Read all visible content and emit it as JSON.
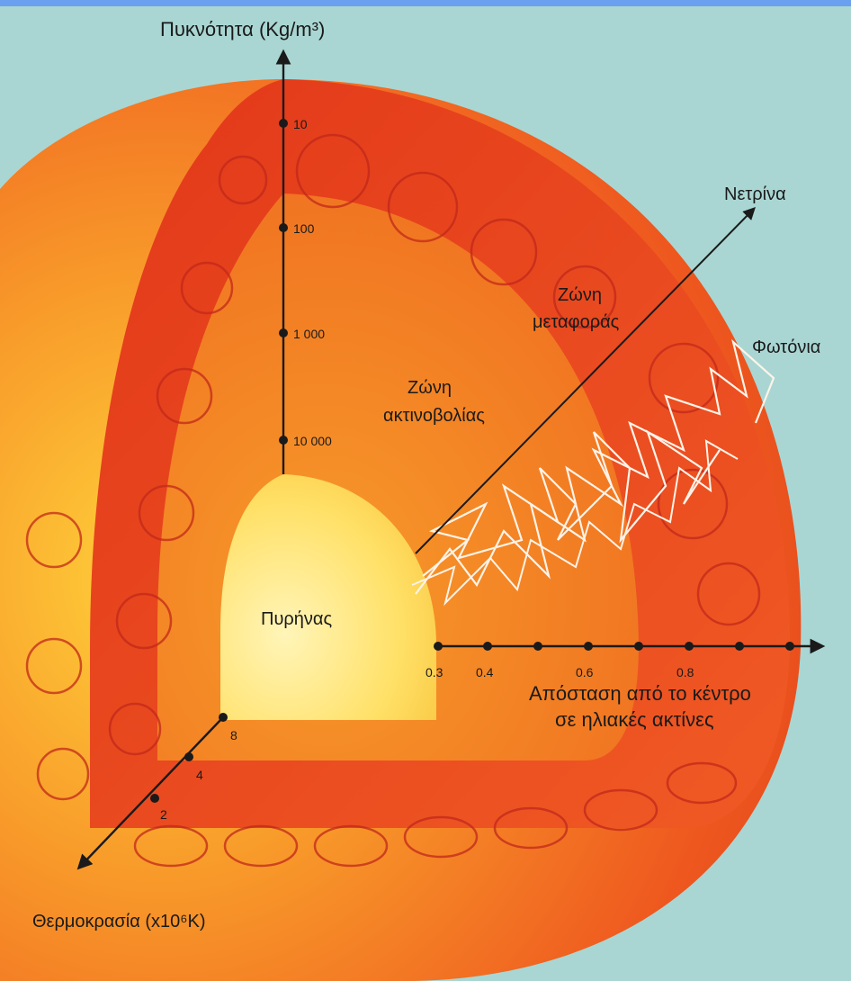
{
  "colors": {
    "background": "#a9d6d3",
    "top_bar": "#6b9ff0",
    "outer_zone": "#f0521c",
    "convection_zone": "#e8421a",
    "radiation_zone": "#f27a1f",
    "core": "#ffe98a",
    "photon_path": "#fff3e8",
    "axis": "#1a1a1a"
  },
  "labels": {
    "density_axis": "Πυκνότητα (Kg/m³)",
    "neutrinos": "Νετρίνα",
    "photons": "Φωτόνια",
    "convection_zone": [
      "Ζώνη",
      "μεταφοράς"
    ],
    "radiation_zone": [
      "Ζώνη",
      "ακτινοβολίας"
    ],
    "core": "Πυρήνας",
    "distance_axis": [
      "Απόσταση από το κέντρο",
      "σε ηλιακές ακτίνες"
    ],
    "temperature_axis": "Θερμοκρασία (x10⁶K)"
  },
  "density_ticks": [
    "10",
    "100",
    "1 000",
    "10 000"
  ],
  "distance_ticks": [
    "0.3",
    "0.4",
    "0.6",
    "0.8"
  ],
  "temperature_ticks": [
    "8",
    "4",
    "2"
  ]
}
